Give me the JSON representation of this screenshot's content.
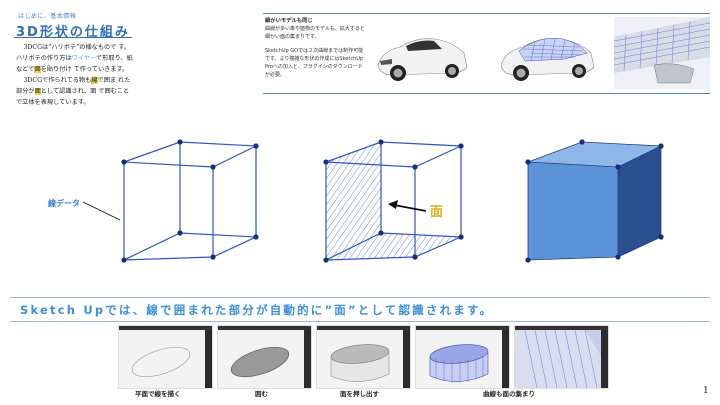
{
  "header": {
    "kicker": "はじめに、基本情報",
    "title": "3D形状の仕組み",
    "intro": {
      "p1_a": "3DCGは”ハリボテ”の様なもので す。ハリボテの作り方は",
      "p1_wire": "ワイヤー",
      "p1_b": "で形取り、紙などで",
      "p1_face": "面",
      "p1_c": "を貼り付け て作っていきます。",
      "p2_a": "3DCGで作られてる物も",
      "p2_line": "線",
      "p2_b": "で囲ま れた部分が",
      "p2_face": "面",
      "p2_c": "として認識され、面 で囲むことで立体を表現しています。"
    }
  },
  "info": {
    "heading": "細かいモデルも同じ",
    "body1": "曲線が多い車や植物のモデルも、拡大すると細かい面の集まりです。",
    "body2": "SketchUp GOでは２次曲線までは制作可能です。より複雑な形状の作成にはSketchUp Proへの加入と、プラグインのダウンロードが必要。"
  },
  "figure": {
    "line_label": "線データ",
    "face_label": "面"
  },
  "banner": "Sketch Upでは、線で囲まれた部分が自動的に”面”として認識されます。",
  "steps": [
    {
      "caption": "平面で線を描く"
    },
    {
      "caption": "囲む"
    },
    {
      "caption": "面を押し出す"
    },
    {
      "caption": "曲線も面の集まり"
    }
  ],
  "page_number": "1",
  "colors": {
    "accent": "#2e6fb7",
    "banner": "#3b8fd8",
    "face_fill": "#5b93d6",
    "face_dark": "#2a4f8f",
    "highlight": "#f2d44a"
  }
}
